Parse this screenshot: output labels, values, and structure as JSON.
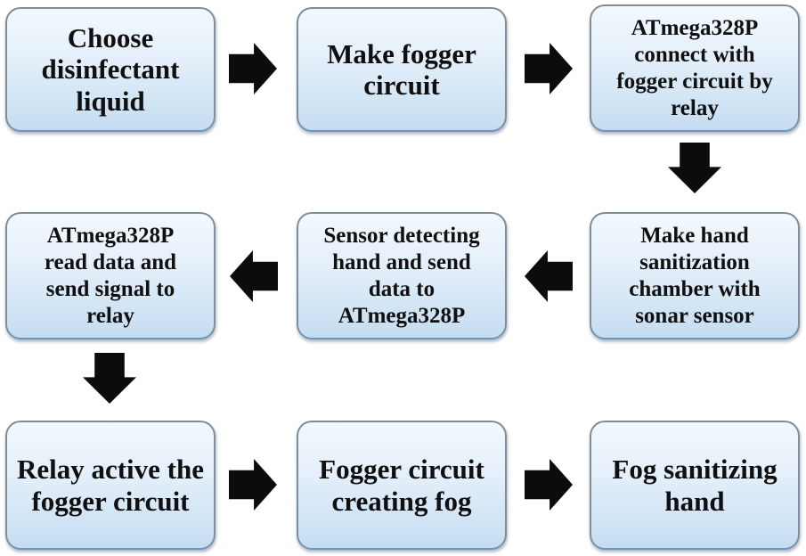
{
  "figure": {
    "type": "flowchart",
    "background": "#ffffff",
    "node_style": {
      "fill_top": "#f3f9fd",
      "fill_bottom": "#c5dcf0",
      "border": "#7f8d9b",
      "text_color": "#101010"
    },
    "arrow_color": "#0c0c0c",
    "nodes": [
      {
        "id": "choose-liquid",
        "label": "Choose\ndisinfectant\nliquid"
      },
      {
        "id": "make-fogger-circuit",
        "label": "Make fogger\ncircuit"
      },
      {
        "id": "atmega-connect-relay",
        "label": "ATmega328P\nconnect with\nfogger circuit by\nrelay"
      },
      {
        "id": "make-chamber",
        "label": "Make hand\nsanitization\nchamber with\nsonar sensor"
      },
      {
        "id": "sensor-detect",
        "label": "Sensor detecting\nhand and send\ndata to\nATmega328P"
      },
      {
        "id": "atmega-read",
        "label": "ATmega328P\nread data and\nsend signal to\nrelay"
      },
      {
        "id": "relay-active",
        "label": "Relay active the\nfogger circuit"
      },
      {
        "id": "fogger-creates-fog",
        "label": "Fogger circuit\ncreating fog"
      },
      {
        "id": "fog-sanitizing",
        "label": "Fog sanitizing\nhand"
      }
    ],
    "flow": [
      {
        "from": "choose-liquid",
        "to": "make-fogger-circuit",
        "direction": "right"
      },
      {
        "from": "make-fogger-circuit",
        "to": "atmega-connect-relay",
        "direction": "right"
      },
      {
        "from": "atmega-connect-relay",
        "to": "make-chamber",
        "direction": "down"
      },
      {
        "from": "make-chamber",
        "to": "sensor-detect",
        "direction": "left"
      },
      {
        "from": "sensor-detect",
        "to": "atmega-read",
        "direction": "left"
      },
      {
        "from": "atmega-read",
        "to": "relay-active",
        "direction": "down"
      },
      {
        "from": "relay-active",
        "to": "fogger-creates-fog",
        "direction": "right"
      },
      {
        "from": "fogger-creates-fog",
        "to": "fog-sanitizing",
        "direction": "right"
      }
    ]
  }
}
